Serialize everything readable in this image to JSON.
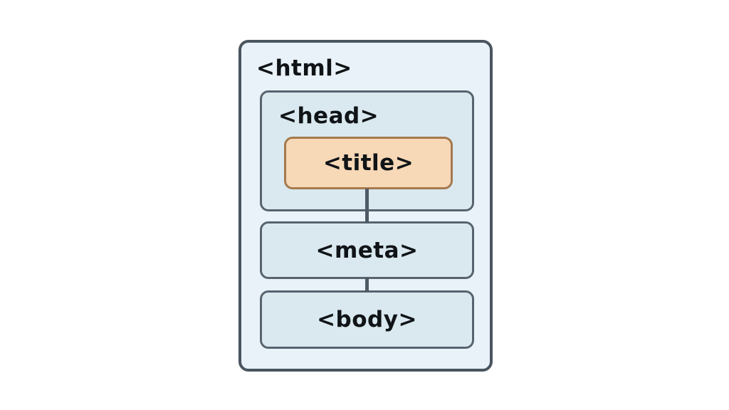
{
  "nodes": {
    "html": {
      "label": "<html>"
    },
    "head": {
      "label": "<head>"
    },
    "title": {
      "label": "<title>"
    },
    "meta": {
      "label": "<meta>"
    },
    "body": {
      "label": "<body>"
    }
  },
  "colors": {
    "page-bg": "#ffffff",
    "outer-fill": "#e9f2f8",
    "outer-border": "#4a5561",
    "inner-fill": "#d9e9ef",
    "inner-border": "#57646f",
    "highlight-fill": "#f7d8b7",
    "highlight-border": "#a5794e",
    "connector": "#4e5a66",
    "text": "#101417"
  }
}
